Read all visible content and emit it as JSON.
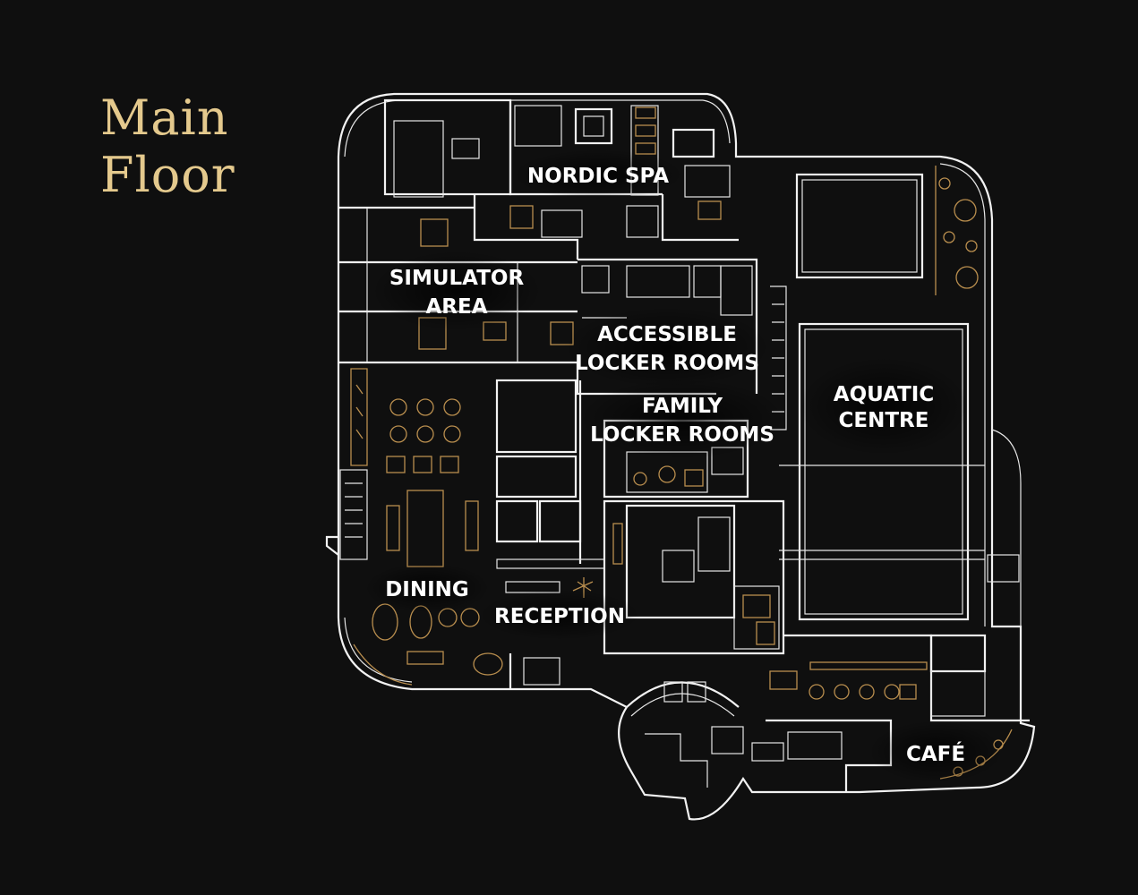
{
  "page_title": [
    "Main",
    "Floor"
  ],
  "rooms": {
    "nordic_spa": [
      "NORDIC SPA"
    ],
    "simulator_area": [
      "SIMULATOR",
      "AREA"
    ],
    "accessible_locker_rooms": [
      "ACCESSIBLE",
      "LOCKER ROOMS"
    ],
    "family_locker_rooms": [
      "FAMILY",
      "LOCKER ROOMS"
    ],
    "aquatic_centre": [
      "AQUATIC",
      "CENTRE"
    ],
    "dining": [
      "DINING"
    ],
    "reception": [
      "RECEPTION"
    ],
    "cafe": [
      "CAFÉ"
    ]
  },
  "colors": {
    "background": "#0f0f0f",
    "title_gold": "#e4c98d",
    "walls": "#f2f2f2",
    "furniture_gold": "#b98e4e",
    "labels": "#ffffff"
  }
}
